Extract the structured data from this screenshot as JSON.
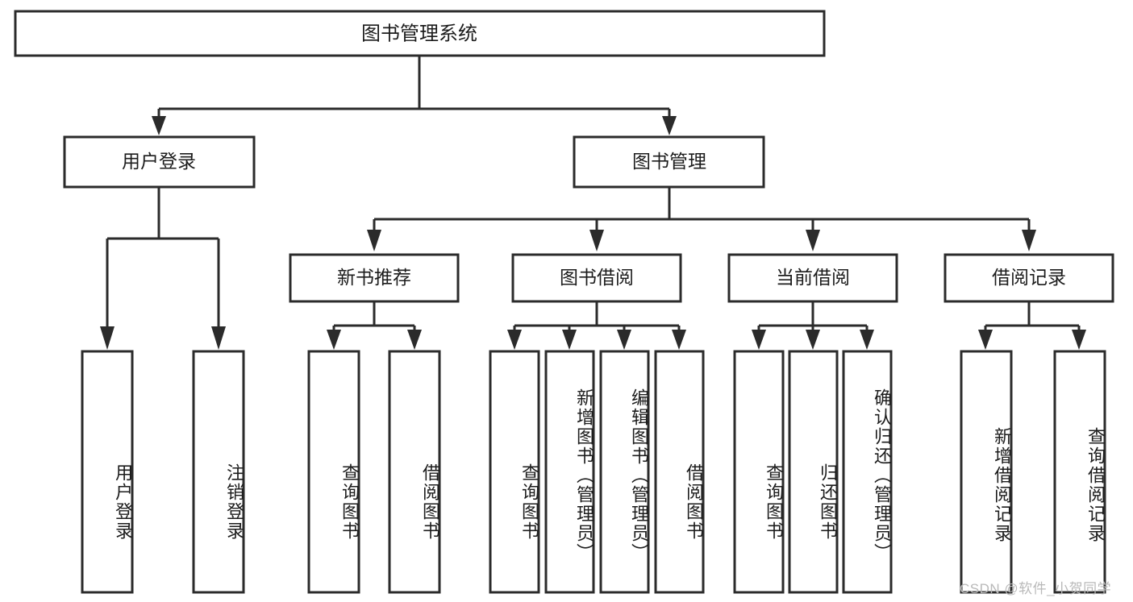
{
  "diagram": {
    "type": "tree-hierarchy",
    "title": "图书管理系统",
    "root": {
      "id": "root",
      "label": "图书管理系统",
      "orientation": "horizontal"
    },
    "level2": [
      {
        "id": "user-login",
        "label": "用户登录",
        "orientation": "horizontal"
      },
      {
        "id": "book-management",
        "label": "图书管理",
        "orientation": "horizontal"
      }
    ],
    "level3": [
      {
        "id": "new-book-recommend",
        "label": "新书推荐",
        "orientation": "horizontal"
      },
      {
        "id": "book-borrow",
        "label": "图书借阅",
        "orientation": "horizontal"
      },
      {
        "id": "current-borrow",
        "label": "当前借阅",
        "orientation": "horizontal"
      },
      {
        "id": "borrow-record",
        "label": "借阅记录",
        "orientation": "horizontal"
      }
    ],
    "leaves": [
      {
        "id": "leaf-user-login",
        "label": "用户登录",
        "parent": "user-login",
        "orientation": "vertical"
      },
      {
        "id": "leaf-logout",
        "label": "注销登录",
        "parent": "user-login",
        "orientation": "vertical"
      },
      {
        "id": "leaf-query-book-1",
        "label": "查询图书",
        "parent": "new-book-recommend",
        "orientation": "vertical"
      },
      {
        "id": "leaf-borrow-book-1",
        "label": "借阅图书",
        "parent": "new-book-recommend",
        "orientation": "vertical"
      },
      {
        "id": "leaf-query-book-2",
        "label": "查询图书",
        "parent": "book-borrow",
        "orientation": "vertical"
      },
      {
        "id": "leaf-add-book",
        "label": "新增图书（管理员）",
        "parent": "book-borrow",
        "orientation": "vertical"
      },
      {
        "id": "leaf-edit-book",
        "label": "编辑图书（管理员）",
        "parent": "book-borrow",
        "orientation": "vertical"
      },
      {
        "id": "leaf-borrow-book-2",
        "label": "借阅图书",
        "parent": "book-borrow",
        "orientation": "vertical"
      },
      {
        "id": "leaf-query-book-3",
        "label": "查询图书",
        "parent": "current-borrow",
        "orientation": "vertical"
      },
      {
        "id": "leaf-return-book",
        "label": "归还图书",
        "parent": "current-borrow",
        "orientation": "vertical"
      },
      {
        "id": "leaf-confirm-return",
        "label": "确认归还（管理员）",
        "parent": "current-borrow",
        "orientation": "vertical"
      },
      {
        "id": "leaf-add-record",
        "label": "新增借阅记录",
        "parent": "borrow-record",
        "orientation": "vertical"
      },
      {
        "id": "leaf-query-record",
        "label": "查询借阅记录",
        "parent": "borrow-record",
        "orientation": "vertical"
      }
    ],
    "colors": {
      "stroke": "#2b2b2b",
      "fill": "#ffffff",
      "text": "#1c1c1c",
      "watermark": "#b9b9b9",
      "background": "#ffffff"
    }
  },
  "watermark": {
    "text": "CSDN @软件_小贺同学"
  }
}
